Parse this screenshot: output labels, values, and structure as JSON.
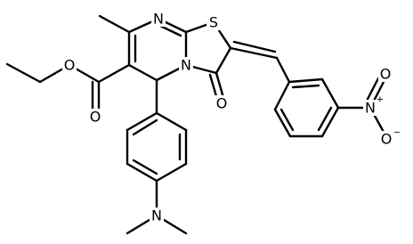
{
  "diagram_type": "chemical-structure",
  "atom_labels": {
    "n_ring_top": "N",
    "s_ring": "S",
    "n_ring_fused": "N",
    "o_carbonyl": "O",
    "o_ester_ether": "O",
    "o_ester_carbonyl": "O",
    "n_dimethylamino": "N",
    "n_nitro": "N",
    "n_nitro_charge": "+",
    "o_nitro_top": "O",
    "o_nitro_bottom": "O",
    "o_nitro_charge": "−"
  }
}
